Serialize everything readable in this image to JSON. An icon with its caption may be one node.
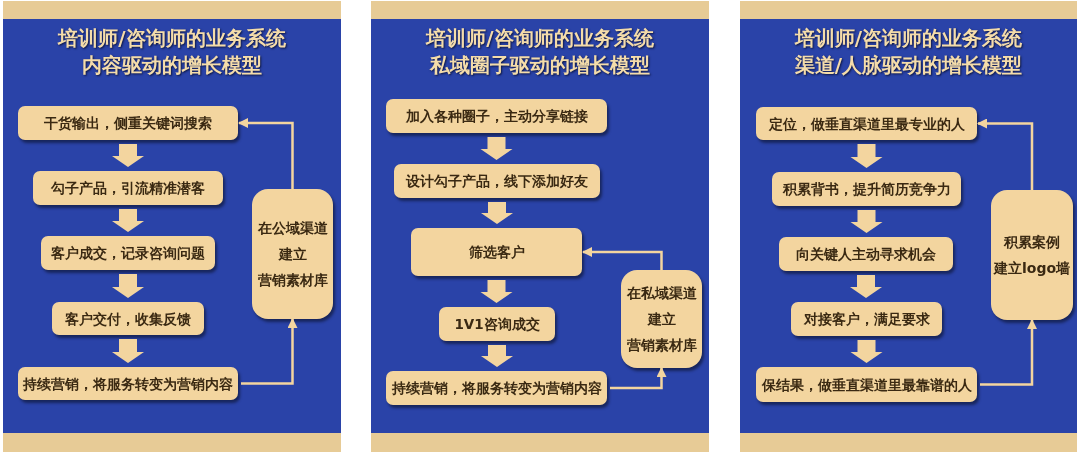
{
  "diagram": {
    "nodes": [
      {
        "text": [
          "培训师/咨询师的业务系统",
          "内容驱动的增长模型"
        ]
      },
      {
        "text": [
          "干货输出，侧重关键词搜索"
        ],
        "in": 0
      },
      {
        "text": [
          "勾子产品，引流精准潜客"
        ],
        "in": 0
      },
      {
        "text": [
          "客户成交，记录咨询问题"
        ],
        "in": 0
      },
      {
        "text": [
          "客户交付，收集反馈"
        ],
        "in": 0
      },
      {
        "text": [
          "持续营销，将服务转变为营销内容"
        ],
        "in": 0
      },
      {
        "text": [
          "在公域渠道",
          "建立",
          "营销素材库"
        ],
        "in": 0
      },
      {
        "text": [
          "培训师/咨询师的业务系统",
          "私域圈子驱动的增长模型"
        ]
      },
      {
        "text": [
          "加入各种圈子，主动分享链接"
        ],
        "in": 7
      },
      {
        "text": [
          "设计勾子产品，线下添加好友"
        ],
        "in": 7
      },
      {
        "text": [
          "筛选客户"
        ],
        "in": 7
      },
      {
        "text": [
          "1V1咨询成交"
        ],
        "in": 7
      },
      {
        "text": [
          "持续营销，将服务转变为营销内容"
        ],
        "in": 7
      },
      {
        "text": [
          "在私域渠道",
          "建立",
          "营销素材库"
        ],
        "in": 7
      },
      {
        "text": [
          "培训师/咨询师的业务系统",
          "渠道/人脉驱动的增长模型"
        ]
      },
      {
        "text": [
          "定位，做垂直渠道里最专业的人"
        ],
        "in": 14
      },
      {
        "text": [
          "积累背书，提升简历竞争力"
        ],
        "in": 14
      },
      {
        "text": [
          "向关键人主动寻求机会"
        ],
        "in": 14
      },
      {
        "text": [
          "对接客户，满足要求"
        ],
        "in": 14
      },
      {
        "text": [
          "保结果，做垂直渠道里最靠谱的人"
        ],
        "in": 14
      },
      {
        "text": [
          "积累案例",
          "建立logo墙"
        ],
        "in": 14
      }
    ],
    "edges": [
      {
        "from": 1,
        "to": 2,
        "arrow": "to",
        "style": "thick"
      },
      {
        "from": 2,
        "to": 3,
        "arrow": "to",
        "style": "thick"
      },
      {
        "from": 3,
        "to": 4,
        "arrow": "to",
        "style": "thick"
      },
      {
        "from": 4,
        "to": 5,
        "arrow": "to",
        "style": "thick"
      },
      {
        "from": 5,
        "to": 6,
        "arrow": "to"
      },
      {
        "from": 6,
        "to": 1,
        "arrow": "to"
      },
      {
        "from": 8,
        "to": 9,
        "arrow": "to",
        "style": "thick"
      },
      {
        "from": 9,
        "to": 10,
        "arrow": "to",
        "style": "thick"
      },
      {
        "from": 10,
        "to": 11,
        "arrow": "to",
        "style": "thick"
      },
      {
        "from": 11,
        "to": 12,
        "arrow": "to",
        "style": "thick"
      },
      {
        "from": 12,
        "to": 13,
        "arrow": "to"
      },
      {
        "from": 13,
        "to": 10,
        "arrow": "to"
      },
      {
        "from": 15,
        "to": 16,
        "arrow": "to",
        "style": "thick"
      },
      {
        "from": 16,
        "to": 17,
        "arrow": "to",
        "style": "thick"
      },
      {
        "from": 17,
        "to": 18,
        "arrow": "to",
        "style": "thick"
      },
      {
        "from": 18,
        "to": 19,
        "arrow": "to",
        "style": "thick"
      },
      {
        "from": 19,
        "to": 20,
        "arrow": "to"
      },
      {
        "from": 20,
        "to": 15,
        "arrow": "to"
      }
    ]
  }
}
